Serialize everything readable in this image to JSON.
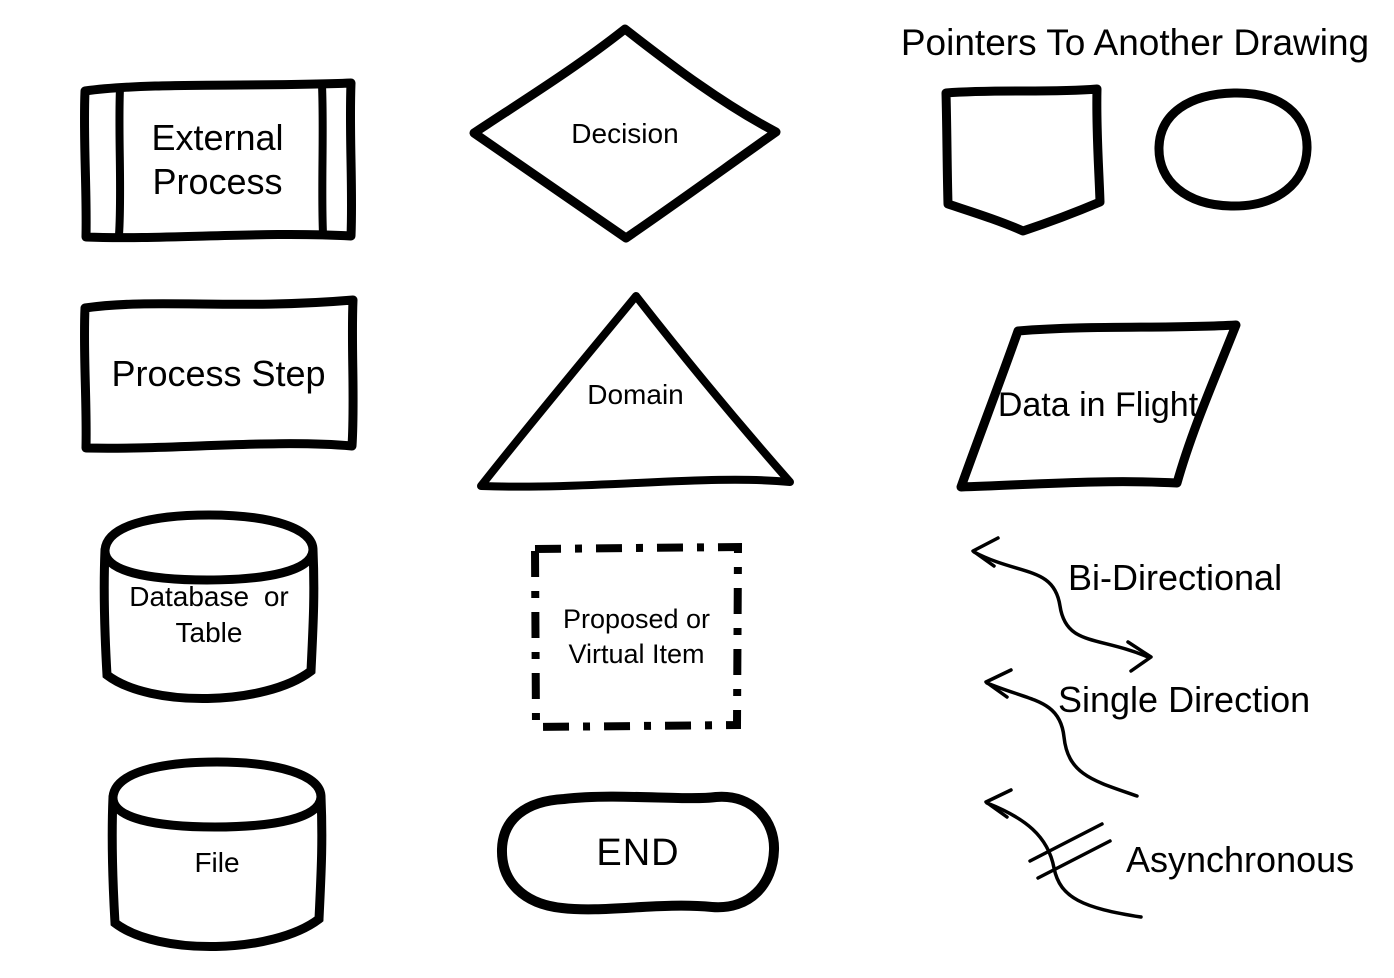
{
  "page": {
    "background": "#ffffff",
    "ink": "#000000"
  },
  "legend": {
    "external_process": {
      "lines": [
        "External",
        "Process"
      ]
    },
    "process_step": {
      "label": "Process Step"
    },
    "database": {
      "lines": [
        "Database or",
        "Table"
      ]
    },
    "file": {
      "label": "File"
    },
    "decision": {
      "label": "Decision"
    },
    "domain": {
      "label": "Domain"
    },
    "proposed_virtual": {
      "lines": [
        "Proposed or",
        "Virtual Item"
      ]
    },
    "end_terminator": {
      "label": "END"
    },
    "pointers": {
      "title": "Pointers To Another Drawing"
    },
    "data_in_flight": {
      "label": "Data in Flight"
    },
    "arrows": {
      "bi_directional": "Bi-Directional",
      "single_direction": "Single Direction",
      "asynchronous": "Asynchronous"
    }
  }
}
